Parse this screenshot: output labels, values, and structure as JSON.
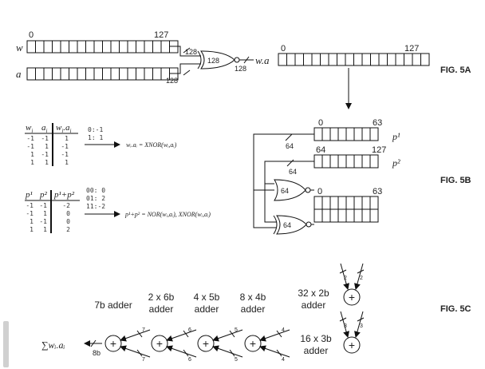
{
  "fig5a": {
    "reg_w_label": "w",
    "reg_a_label": "a",
    "reg_w_start": "0",
    "reg_w_end": "127",
    "bus_w_width": "128",
    "bus_a_width": "128",
    "gate_inner_width": "128",
    "gate_out_width": "128",
    "result_label": "w.a",
    "result_start": "0",
    "result_end": "127",
    "figure_label": "FIG. 5A"
  },
  "fig5b": {
    "table1": {
      "headers": [
        "w",
        "a",
        "w.a"
      ],
      "header_subs": [
        "i",
        "i",
        "i i"
      ],
      "rows": [
        [
          "-1",
          "-1",
          "1"
        ],
        [
          "-1",
          "1",
          "-1"
        ],
        [
          "1",
          "-1",
          "-1"
        ],
        [
          "1",
          "1",
          "1"
        ]
      ],
      "enc_lines": [
        "0:-1",
        "1: 1"
      ],
      "formula": "wᵢ.aᵢ = XNOR(wᵢ,aᵢ)"
    },
    "table2": {
      "headers": [
        "p¹",
        "p²",
        "p¹+p²"
      ],
      "rows": [
        [
          "-1",
          "-1",
          "-2"
        ],
        [
          "-1",
          "1",
          "0"
        ],
        [
          "1",
          "-1",
          "0"
        ],
        [
          "1",
          "1",
          "2"
        ]
      ],
      "enc_lines": [
        "00: 0",
        "01: 2",
        "11:-2"
      ],
      "formula": "p¹+p² = NOR(wᵢ,aᵢ), XNOR(wᵢ,aᵢ)"
    },
    "p1_start": "0",
    "p1_end": "63",
    "p1_label": "p¹",
    "p2_start": "64",
    "p2_end": "127",
    "p2_label": "p²",
    "bus1_width": "64",
    "bus2_width": "64",
    "gate1_width": "64",
    "gate2_width": "64",
    "out_start": "0",
    "out_end": "63",
    "figure_label": "FIG. 5B"
  },
  "fig5c": {
    "stage_labels": [
      [
        "7b adder"
      ],
      [
        "2 x 6b",
        "adder"
      ],
      [
        "4 x 5b",
        "adder"
      ],
      [
        "8 x 4b",
        "adder"
      ],
      [
        "32 x 2b",
        "adder"
      ],
      [
        "16 x 3b",
        "adder"
      ]
    ],
    "sum_label": "∑wᵢ.aᵢ",
    "out_width": "8b",
    "bus_widths": [
      "7",
      "7",
      "6",
      "6",
      "5",
      "5",
      "4",
      "4",
      "2",
      "2",
      "3",
      "3"
    ],
    "adder_symbol": "+",
    "figure_label": "FIG. 5C"
  },
  "colors": {
    "ink": "#111111",
    "paper": "#ffffff",
    "scrollbar": "#d0d0d0"
  }
}
